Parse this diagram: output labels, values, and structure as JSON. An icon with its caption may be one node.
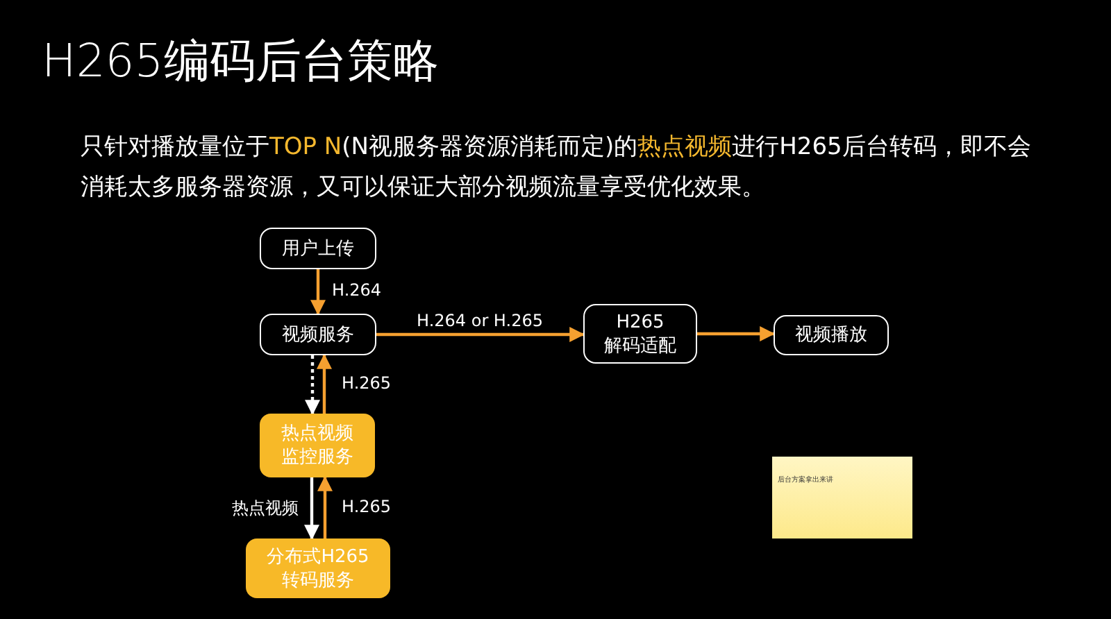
{
  "diagram": {
    "title": "H265编码后台策略",
    "nodes": [
      {
        "text": [
          "用户上传"
        ]
      },
      {
        "text": [
          "视频服务"
        ]
      },
      {
        "text": [
          "H265",
          "解码适配"
        ]
      },
      {
        "text": [
          "视频播放"
        ]
      },
      {
        "text": [
          "热点视频监控服务"
        ]
      },
      {
        "text": [
          "分布式H265转码服务"
        ]
      },
      {
        "text": [
          "后台方案拿出来讲"
        ]
      }
    ],
    "edges": [
      {
        "from": 0,
        "to": 1,
        "arrow": "to",
        "label": "H.264"
      },
      {
        "from": 1,
        "to": 2,
        "arrow": "to",
        "label": "H.264 or H.265"
      },
      {
        "from": 2,
        "to": 3,
        "arrow": "to"
      },
      {
        "from": 1,
        "to": 4,
        "arrow": "to",
        "style": "dashed",
        "color": "#ffffff"
      },
      {
        "from": 4,
        "to": 1,
        "arrow": "to",
        "label": "H.265"
      },
      {
        "from": 4,
        "to": 5,
        "arrow": "to",
        "color": "#ffffff",
        "label": "热点视频"
      },
      {
        "from": 5,
        "to": 4,
        "arrow": "to",
        "label": "H.265"
      }
    ],
    "labels": [
      "只针对播放量位于",
      "TOP N",
      "(N视服务器资源消耗而定)的",
      "热点视频",
      "进行H265后台转码，即不会消耗太多服务器资源，又可以保证大部分视频流量享受优化效果。"
    ]
  }
}
